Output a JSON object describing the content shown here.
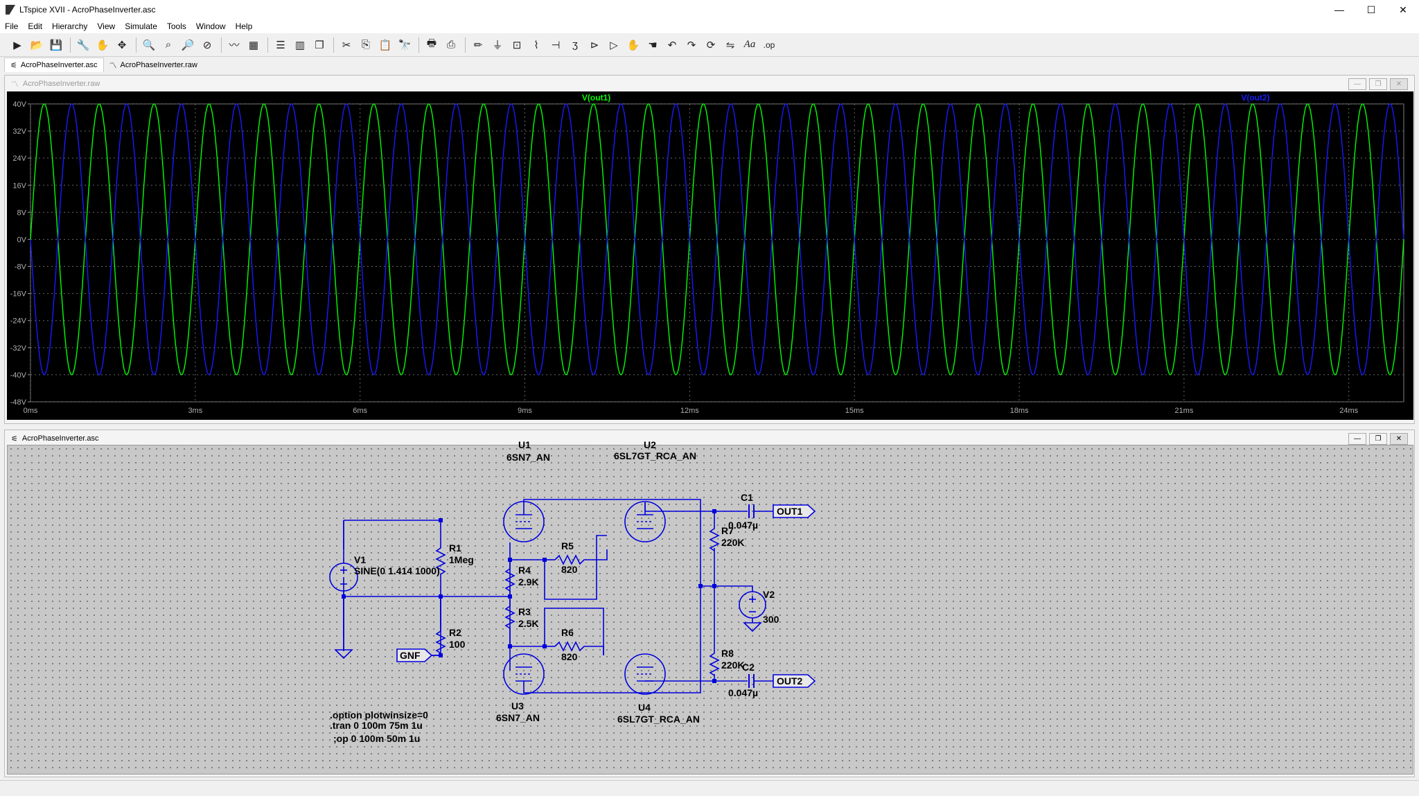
{
  "window": {
    "title": "LTspice XVII - AcroPhaseInverter.asc",
    "minimize": "—",
    "maximize": "☐",
    "close": "✕"
  },
  "menu": [
    "File",
    "Edit",
    "Hierarchy",
    "View",
    "Simulate",
    "Tools",
    "Window",
    "Help"
  ],
  "toolbar_icons": [
    "run-icon",
    "open-icon",
    "save-icon",
    "control-panel-icon",
    "halt-icon",
    "pan-icon",
    "zoom-in-icon",
    "zoom-area-icon",
    "zoom-out-icon",
    "zoom-fit-icon",
    "autorange-icon",
    "grid-icon",
    "tile-horizontal-icon",
    "tile-vertical-icon",
    "cascade-icon",
    "cut-icon",
    "copy-icon",
    "paste-icon",
    "find-icon",
    "print-preview-icon",
    "print-icon",
    "wire-icon",
    "ground-icon",
    "label-icon",
    "resistor-icon",
    "capacitor-icon",
    "inductor-icon",
    "diode-icon",
    "component-icon",
    "move-icon",
    "drag-icon",
    "undo-icon",
    "redo-icon",
    "rotate-icon",
    "mirror-icon",
    "text-icon",
    "spice-directive-icon"
  ],
  "tabs": [
    {
      "label": "AcroPhaseInverter.asc",
      "icon": "schematic-icon",
      "active": true
    },
    {
      "label": "AcroPhaseInverter.raw",
      "icon": "waveform-icon",
      "active": false
    }
  ],
  "waveform_window": {
    "title": "AcroPhaseInverter.raw"
  },
  "schematic_window": {
    "title": "AcroPhaseInverter.asc"
  },
  "chart_data": {
    "type": "line",
    "title": "",
    "xlabel": "",
    "ylabel": "",
    "xlim": [
      0,
      25
    ],
    "ylim": [
      -48,
      40
    ],
    "x_unit": "ms",
    "grid": true,
    "legend_placement": "top",
    "xticks": [
      "0ms",
      "3ms",
      "6ms",
      "9ms",
      "12ms",
      "15ms",
      "18ms",
      "21ms",
      "24ms"
    ],
    "yticks": [
      "40V",
      "32V",
      "24V",
      "16V",
      "8V",
      "0V",
      "-8V",
      "-16V",
      "-24V",
      "-32V",
      "-40V",
      "-48V"
    ],
    "series": [
      {
        "name": "V(out1)",
        "color": "#00ff00",
        "amplitude": 40,
        "frequency_hz": 1000,
        "phase_deg": 0
      },
      {
        "name": "V(out2)",
        "color": "#1a1aff",
        "amplitude": 40,
        "frequency_hz": 1000,
        "phase_deg": 180
      }
    ]
  },
  "schematic": {
    "components": {
      "U1": {
        "ref": "U1",
        "model": "6SN7_AN"
      },
      "U2": {
        "ref": "U2",
        "model": "6SL7GT_RCA_AN"
      },
      "U3": {
        "ref": "U3",
        "model": "6SN7_AN"
      },
      "U4": {
        "ref": "U4",
        "model": "6SL7GT_RCA_AN"
      },
      "R1": {
        "ref": "R1",
        "value": "1Meg"
      },
      "R2": {
        "ref": "R2",
        "value": "100"
      },
      "R3": {
        "ref": "R3",
        "value": "2.5K"
      },
      "R4": {
        "ref": "R4",
        "value": "2.9K"
      },
      "R5": {
        "ref": "R5",
        "value": "820"
      },
      "R6": {
        "ref": "R6",
        "value": "820"
      },
      "R7": {
        "ref": "R7",
        "value": "220K"
      },
      "R8": {
        "ref": "R8",
        "value": "220K"
      },
      "C1": {
        "ref": "C1",
        "value": "0.047µ"
      },
      "C2": {
        "ref": "C2",
        "value": "0.047µ"
      },
      "V1": {
        "ref": "V1",
        "value": "SINE(0 1.414 1000)"
      },
      "V2": {
        "ref": "V2",
        "value": "300"
      }
    },
    "net_labels": {
      "out1": "OUT1",
      "out2": "OUT2",
      "gnf": "GNF"
    },
    "directives": [
      ".option plotwinsize=0",
      ".tran 0 100m 75m 1u",
      ";op 0 100m 50m 1u"
    ],
    "wire_color": "#0000dd",
    "component_color": "#0000dd"
  }
}
